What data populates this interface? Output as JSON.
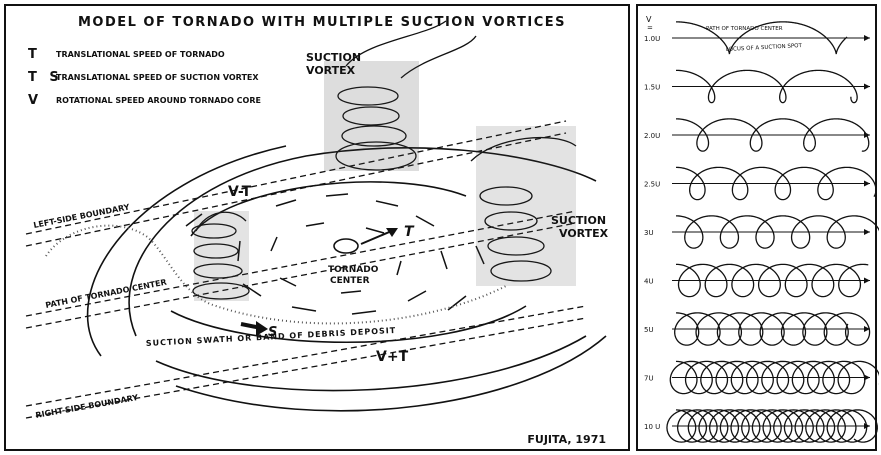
{
  "title": "MODEL OF TORNADO WITH MULTIPLE SUCTION VORTICES",
  "legend": [
    {
      "symbol": "T",
      "text": "TRANSLATIONAL SPEED OF TORNADO"
    },
    {
      "symbol": "T S",
      "text": "TRANSLATIONAL SPEED OF SUCTION VORTEX"
    },
    {
      "symbol": "V",
      "text": "ROTATIONAL SPEED AROUND TORNADO CORE"
    }
  ],
  "labels": {
    "suction_vortex_top": [
      "SUCTION",
      "VORTEX"
    ],
    "suction_vortex_right": [
      "SUCTION",
      "VORTEX"
    ],
    "v_minus_t": "V-T",
    "v_plus_t": "V+T",
    "t_arrow": "T",
    "s_arrow": "S",
    "tornado_center": [
      "TORNADO",
      "CENTER"
    ],
    "left_side_boundary": "LEFT-SIDE BOUNDARY",
    "path_of_tornado_center": "PATH OF TORNADO CENTER",
    "right_side_boundary": "RIGHT-SIDE BOUNDARY",
    "suction_swath": "SUCTION SWATH OR BAND OF DEBRIS DEPOSIT",
    "credit": "FUJITA, 1971"
  },
  "right_panel": {
    "v_label": "V",
    "eq": "=",
    "path_label": "PATH OF TORNADO CENTER",
    "locus_label": "LOCUS OF A SUCTION SPOT",
    "rows": [
      "1.0U",
      "1.5U",
      "2.0U",
      "2.5U",
      "3U",
      "4U",
      "5U",
      "7U",
      "10 U"
    ]
  }
}
